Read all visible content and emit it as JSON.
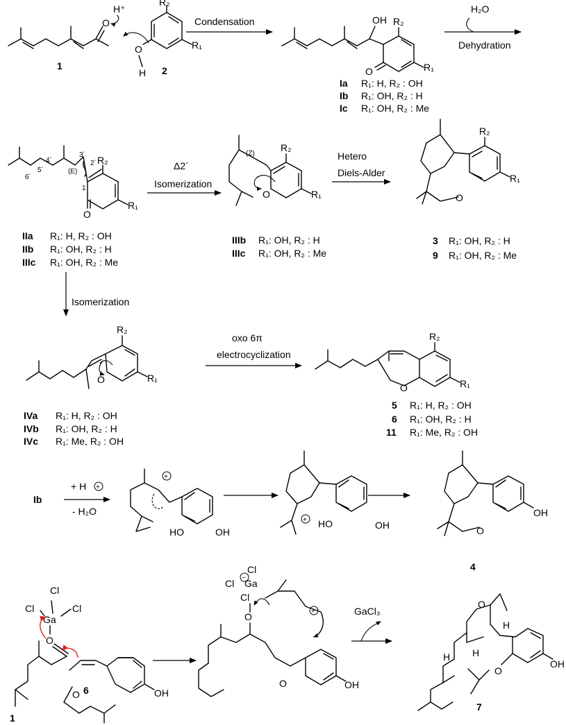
{
  "row1": {
    "hplus": "H⁺",
    "cpd1": "1",
    "cpd2": "2",
    "r2": "R₂",
    "r1": "R₁",
    "o": "O",
    "h": "H",
    "arrow_condensation": "Condensation",
    "oh": "OH",
    "o2": "O",
    "h2o": "H₂O",
    "dehydration": "Dehydration",
    "Ia": {
      "id": "Ia",
      "text": "R₁: H, R₂ : OH"
    },
    "Ib": {
      "id": "Ib",
      "text": "R₁: OH, R₂ : H"
    },
    "Ic": {
      "id": "Ic",
      "text": "R₁: OH, R₂ : Me"
    }
  },
  "row2": {
    "p3": "3´",
    "p2": "2´",
    "p4": "4´",
    "p5": "5´",
    "p6": "6´",
    "p1": "1",
    "E": "(E)",
    "Z": "(Z)",
    "r2": "R₂",
    "r1": "R₁",
    "o": "O",
    "delta": "Δ2´",
    "isomerization": "Isomerization",
    "hetero": "Hetero",
    "diels": "Diels-Alder",
    "IIa": {
      "id": "IIa",
      "text": "R₁: H, R₂ : OH"
    },
    "IIb": {
      "id": "IIb",
      "text": "R₁: OH, R₂ : H"
    },
    "IIIc_left": {
      "id": "IIIc",
      "text": "R₁: OH, R₂ : Me"
    },
    "IIIb": {
      "id": "IIIb",
      "text": "R₁: OH, R₂ : H"
    },
    "IIIc": {
      "id": "IIIc",
      "text": "R₁: OH, R₂ : Me"
    },
    "c3": {
      "id": "3",
      "text": "R₁: OH, R₂ : H"
    },
    "c9": {
      "id": "9",
      "text": "R₁: OH, R₂ : Me"
    }
  },
  "row3": {
    "isomerization": "Isomerization",
    "oxo": "oxo 6π",
    "electro": "electrocyclization",
    "r2": "R₂",
    "r1": "R₁",
    "o": "O",
    "IVa": {
      "id": "IVa",
      "text": "R₁: H, R₂ : OH"
    },
    "IVb": {
      "id": "IVb",
      "text": "R₁: OH, R₂ : H"
    },
    "IVc": {
      "id": "IVc",
      "text": "R₁: Me, R₂ : OH"
    },
    "c5": {
      "id": "5",
      "text": "R₁: H, R₂ : OH"
    },
    "c6": {
      "id": "6",
      "text": "R₁: OH, R₂ : H"
    },
    "c11": {
      "id": "11",
      "text": "R₁: Me, R₂ : OH"
    }
  },
  "row4": {
    "Ib": "Ib",
    "plus_h": "+ H",
    "minus_h2o": "- H₂O",
    "ho": "HO",
    "oh": "OH",
    "o": "O",
    "cpd4": "4"
  },
  "row5": {
    "cl": "Cl",
    "ga": "Ga",
    "o": "O",
    "oh": "OH",
    "h": "H",
    "cpd1": "1",
    "cpd6": "6",
    "cpd7": "7",
    "gacl3": "GaCl₃"
  }
}
